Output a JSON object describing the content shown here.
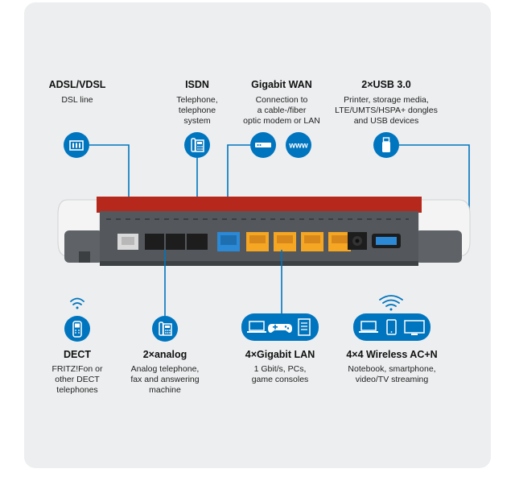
{
  "adsl": {
    "heading": "ADSL/VDSL",
    "desc": [
      "DSL line"
    ]
  },
  "isdn": {
    "heading": "ISDN",
    "desc": [
      "Telephone,",
      "telephone",
      "system"
    ]
  },
  "wan": {
    "heading": "Gigabit WAN",
    "desc": [
      "Connection to",
      "a cable-/fiber",
      "optic modem or LAN"
    ],
    "www_label": "www"
  },
  "usb": {
    "heading": "2×USB 3.0",
    "desc": [
      "Printer, storage media,",
      "LTE/UMTS/HSPA+ dongles",
      "and USB devices"
    ]
  },
  "dect": {
    "heading": "DECT",
    "desc": [
      "FRITZ!Fon or",
      "other DECT",
      "telephones"
    ]
  },
  "analog": {
    "heading": "2×analog",
    "desc": [
      "Analog telephone,",
      "fax and answering",
      "machine"
    ]
  },
  "lan": {
    "heading": "4×Gigabit LAN",
    "desc": [
      "1 Gbit/s, PCs,",
      "game consoles"
    ]
  },
  "wireless": {
    "heading": "4×4 Wireless AC+N",
    "desc": [
      "Notebook, smartphone,",
      "video/TV streaming"
    ]
  },
  "colors": {
    "accent_blue": "#0075bf",
    "router_red": "#b6271c",
    "lan_orange": "#f5a623",
    "wan_blue": "#2b89d6",
    "router_grey": "#5a5e62"
  }
}
